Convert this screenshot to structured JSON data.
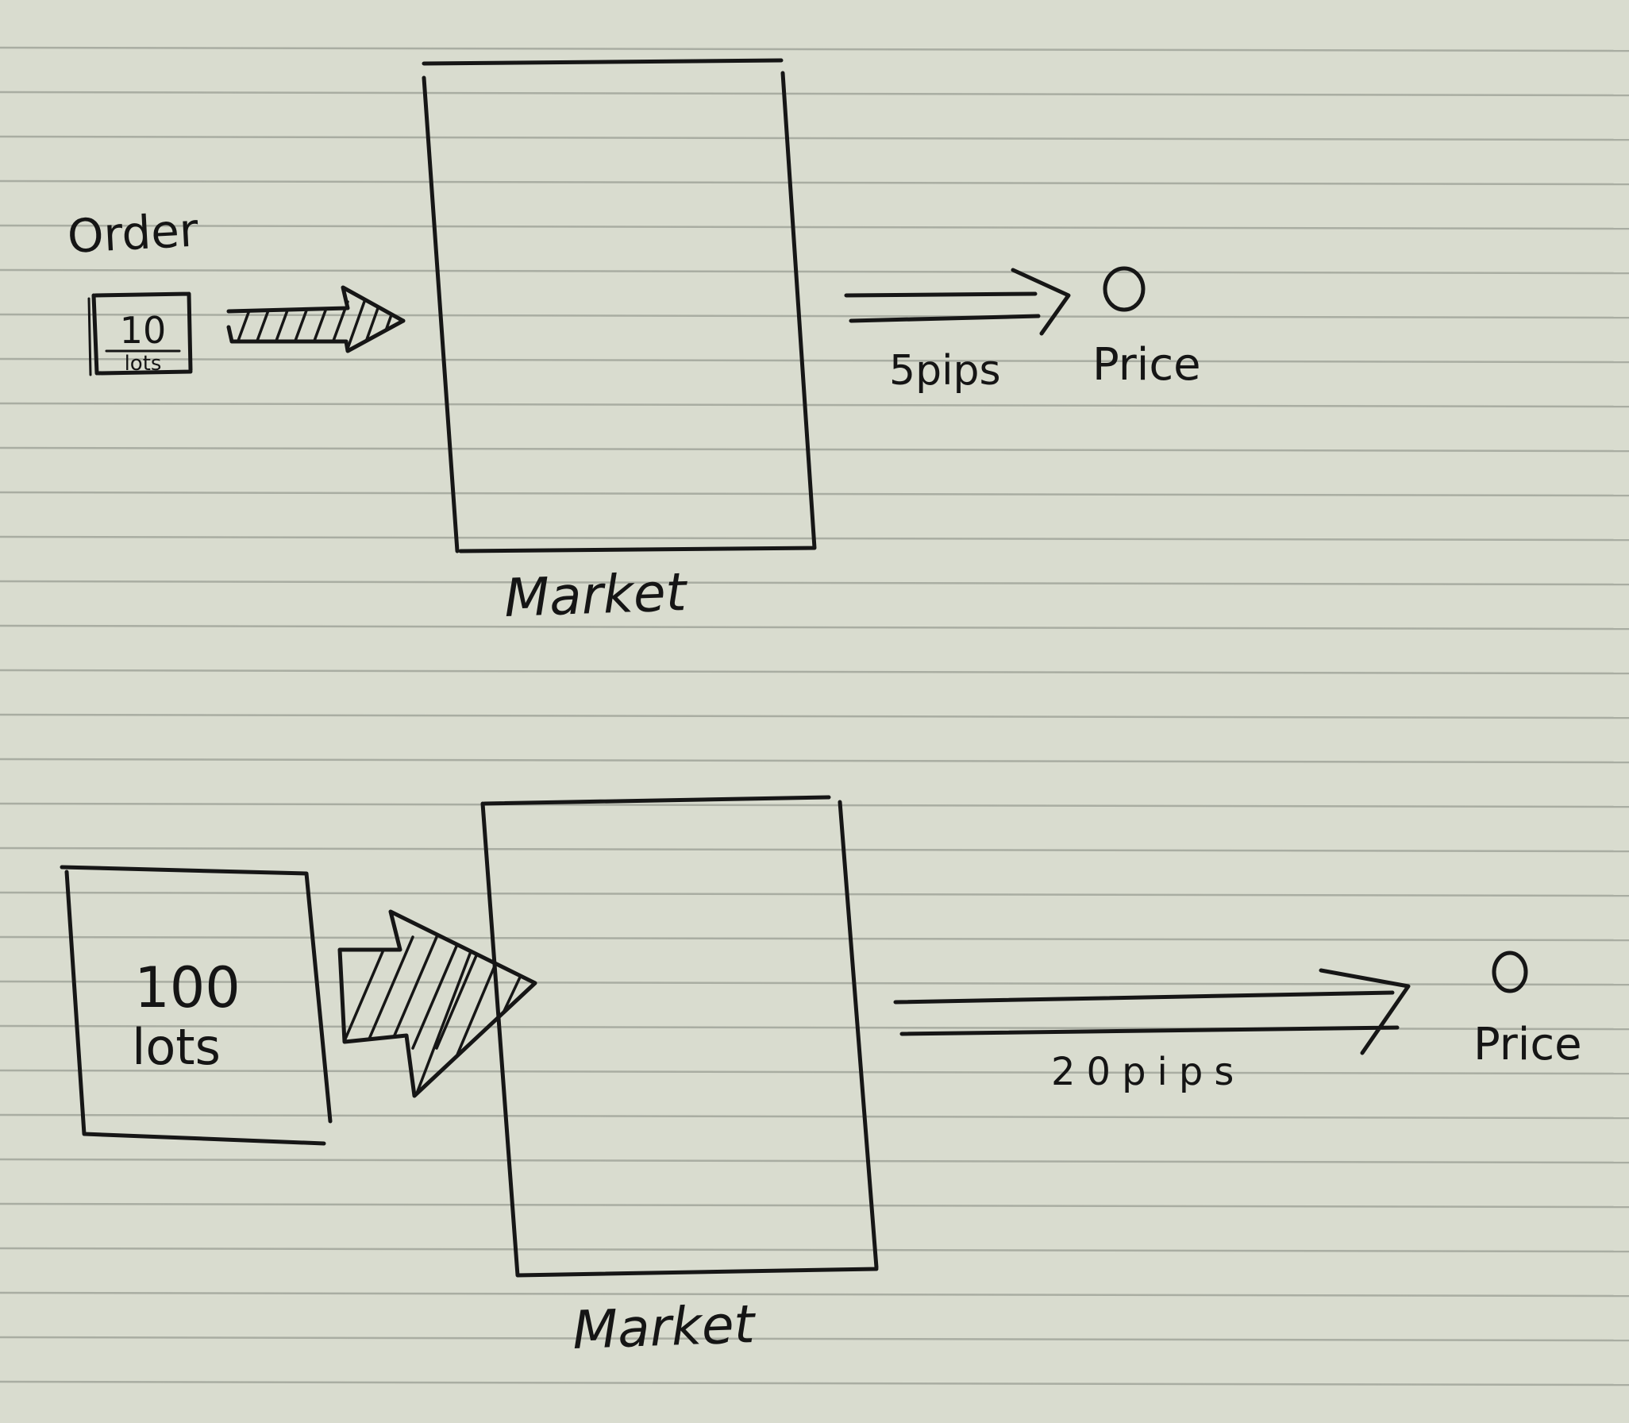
{
  "diagram": {
    "top": {
      "order_heading": "Order",
      "order_quantity": "10",
      "order_unit": "lots",
      "market_label": "Market",
      "move_label": "5pips",
      "price_label": "Price"
    },
    "bottom": {
      "order_quantity": "100",
      "order_unit": "lots",
      "market_label": "Market",
      "move_label": "20pips",
      "price_label": "Price"
    }
  }
}
